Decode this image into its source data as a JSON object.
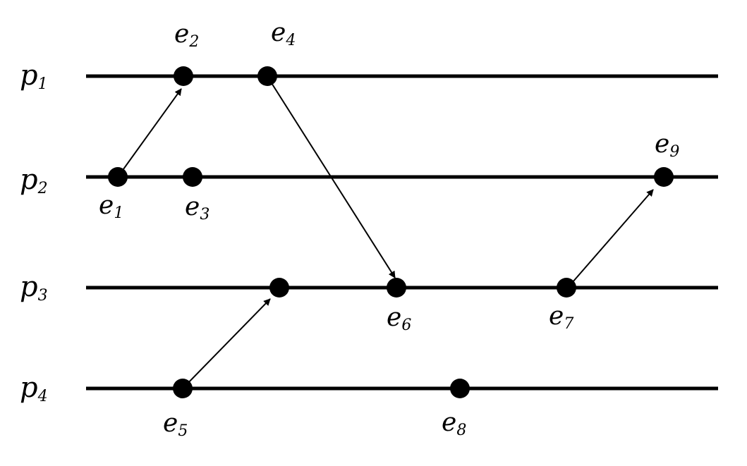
{
  "processes": [
    {
      "id": "p1",
      "base": "p",
      "sub": "1"
    },
    {
      "id": "p2",
      "base": "p",
      "sub": "2"
    },
    {
      "id": "p3",
      "base": "p",
      "sub": "3"
    },
    {
      "id": "p4",
      "base": "p",
      "sub": "4"
    }
  ],
  "events": [
    {
      "id": "e1",
      "base": "e",
      "sub": "1",
      "process": "p2"
    },
    {
      "id": "e2",
      "base": "e",
      "sub": "2",
      "process": "p1"
    },
    {
      "id": "e3",
      "base": "e",
      "sub": "3",
      "process": "p2"
    },
    {
      "id": "e4",
      "base": "e",
      "sub": "4",
      "process": "p1"
    },
    {
      "id": "e5",
      "base": "e",
      "sub": "5",
      "process": "p4"
    },
    {
      "id": "e6",
      "base": "e",
      "sub": "6",
      "process": "p3"
    },
    {
      "id": "e7",
      "base": "e",
      "sub": "7",
      "process": "p3"
    },
    {
      "id": "e8",
      "base": "e",
      "sub": "8",
      "process": "p4"
    },
    {
      "id": "e9",
      "base": "e",
      "sub": "9",
      "process": "p2"
    }
  ],
  "messages": [
    {
      "from": "e1",
      "to": "e2"
    },
    {
      "from": "e4",
      "to": "e6"
    },
    {
      "from": "e5",
      "to": "p3-unlabeled"
    },
    {
      "from": "e7",
      "to": "e9"
    }
  ],
  "colors": {
    "line": "#000000",
    "background": "#ffffff"
  }
}
